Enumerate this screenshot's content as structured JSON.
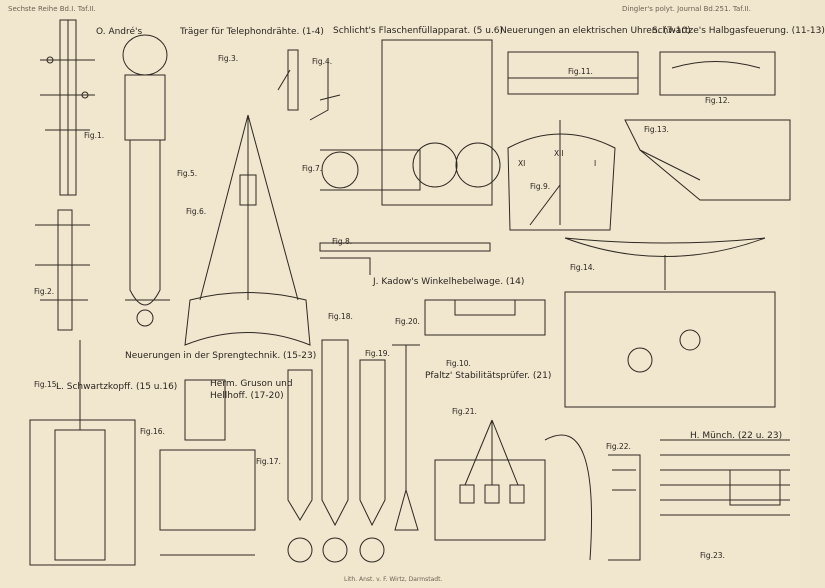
{
  "header": {
    "left": "Sechste Reihe Bd.I. Taf.II.",
    "right": "Dingler's polyt. Journal Bd.251. Taf.II."
  },
  "titles": {
    "andre": "O. André's",
    "traeger": "Träger für Telephondrähte. (1-4)",
    "schlicht": "Schlicht's Flaschenfüllapparat. (5 u.6)",
    "uhren": "Neuerungen an elektrischen Uhren. (7-10)",
    "schwartze": "Schwartze's Halbgasfeuerung. (11-13)",
    "kadow": "J. Kadow's Winkelhebelwage. (14)",
    "spreng": "Neuerungen in der Sprengtechnik. (15-23)",
    "schwartzkopff": "L. Schwartzkopff. (15 u.16)",
    "gruson1": "Herm. Gruson und",
    "gruson2": "Hellhoff. (17-20)",
    "pfaltz": "Pfaltz' Stabilitätsprüfer. (21)",
    "muench": "H. Münch. (22 u. 23)"
  },
  "figures": {
    "f1": "Fig.1.",
    "f2": "Fig.2.",
    "f3": "Fig.3.",
    "f4": "Fig.4.",
    "f5": "Fig.5.",
    "f6": "Fig.6.",
    "f7": "Fig.7.",
    "f8": "Fig.8.",
    "f9": "Fig.9.",
    "f10": "Fig.10.",
    "f11": "Fig.11.",
    "f12": "Fig.12.",
    "f13": "Fig.13.",
    "f14": "Fig.14.",
    "f15": "Fig.15.",
    "f16": "Fig.16.",
    "f17": "Fig.17.",
    "f18": "Fig.18.",
    "f19": "Fig.19.",
    "f20": "Fig.20.",
    "f21": "Fig.21.",
    "f22": "Fig.22.",
    "f23": "Fig.23."
  },
  "clock": {
    "XII": "XII",
    "XI": "XI",
    "I": "I"
  },
  "footer": "Lith. Anst. v. F. Wirtz, Darmstadt."
}
